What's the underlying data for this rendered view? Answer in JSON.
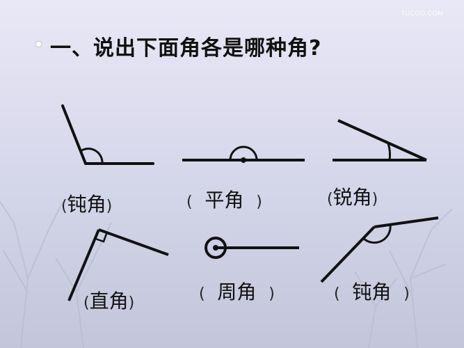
{
  "slide": {
    "watermark": "TUCOO.COM",
    "title": "一、说出下面角各是哪种角?"
  },
  "angles": [
    {
      "name": "obtuse",
      "answer": "钝角"
    },
    {
      "name": "straight",
      "answer": "平角"
    },
    {
      "name": "acute",
      "answer": "锐角"
    },
    {
      "name": "right",
      "answer": "直角"
    },
    {
      "name": "full",
      "answer": "周角"
    },
    {
      "name": "obtuse-2",
      "answer": "钝角"
    }
  ],
  "parens": {
    "open": "(",
    "close": ")"
  },
  "colors": {
    "line": "#111111",
    "text": "#111111"
  }
}
